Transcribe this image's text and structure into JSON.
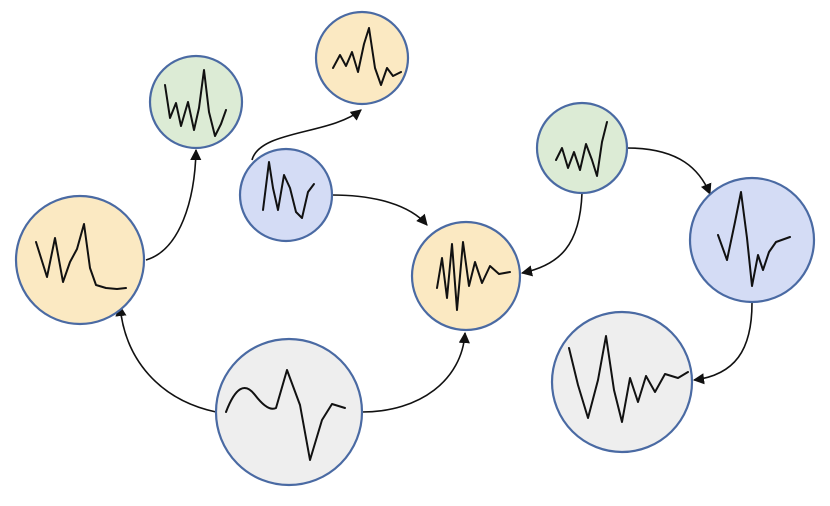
{
  "colors": {
    "node_stroke": "#4a6aa3",
    "yellow": "#fbe9c2",
    "green": "#dcebd5",
    "blue": "#d4dcf5",
    "gray": "#eeeeee",
    "edge": "#111111",
    "waveform": "#111111"
  },
  "nodes": [
    {
      "id": "n1",
      "fill": "yellow",
      "icon": "waveform-icon"
    },
    {
      "id": "n2",
      "fill": "green",
      "icon": "waveform-icon"
    },
    {
      "id": "n3",
      "fill": "yellow",
      "icon": "waveform-icon"
    },
    {
      "id": "n4",
      "fill": "blue",
      "icon": "waveform-icon"
    },
    {
      "id": "n5",
      "fill": "yellow",
      "icon": "waveform-icon"
    },
    {
      "id": "n6",
      "fill": "gray",
      "icon": "waveform-icon"
    },
    {
      "id": "n7",
      "fill": "green",
      "icon": "waveform-icon"
    },
    {
      "id": "n8",
      "fill": "blue",
      "icon": "waveform-icon"
    },
    {
      "id": "n9",
      "fill": "gray",
      "icon": "waveform-icon"
    }
  ],
  "edges": [
    {
      "from": "n1",
      "to": "n2"
    },
    {
      "from": "n4",
      "to": "n3"
    },
    {
      "from": "n4",
      "to": "n5"
    },
    {
      "from": "n6",
      "to": "n1"
    },
    {
      "from": "n6",
      "to": "n5"
    },
    {
      "from": "n7",
      "to": "n5"
    },
    {
      "from": "n7",
      "to": "n8"
    },
    {
      "from": "n8",
      "to": "n9"
    }
  ]
}
